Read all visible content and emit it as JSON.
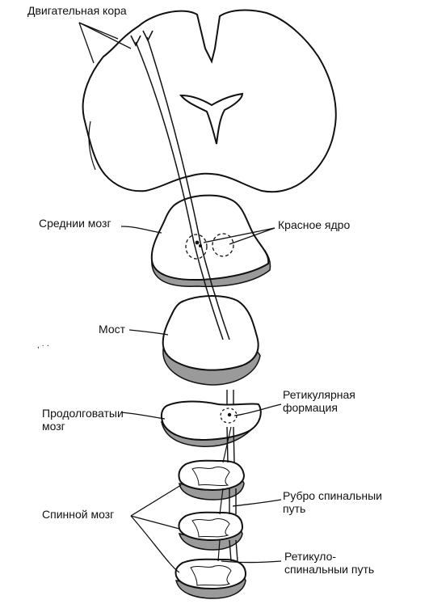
{
  "labels": {
    "motor_cortex": "Двигательная кора",
    "midbrain": "Среднии мозг",
    "red_nucleus": "Красное ядро",
    "pons": "Мост",
    "medulla_line1": "Продолговатыи",
    "medulla_line2": "мозг",
    "reticular_line1": "Ретикулярная",
    "reticular_line2": "формация",
    "spinal_cord": "Спинной мозг",
    "rubrospinal_line1": "Рубро спинальныи",
    "rubrospinal_line2": "путь",
    "reticulospinal_line1": "Ретикуло-",
    "reticulospinal_line2": "спинальныи путь"
  },
  "colors": {
    "ink": "#111111",
    "shade": "#9a9a9a",
    "fill": "#ffffff"
  }
}
